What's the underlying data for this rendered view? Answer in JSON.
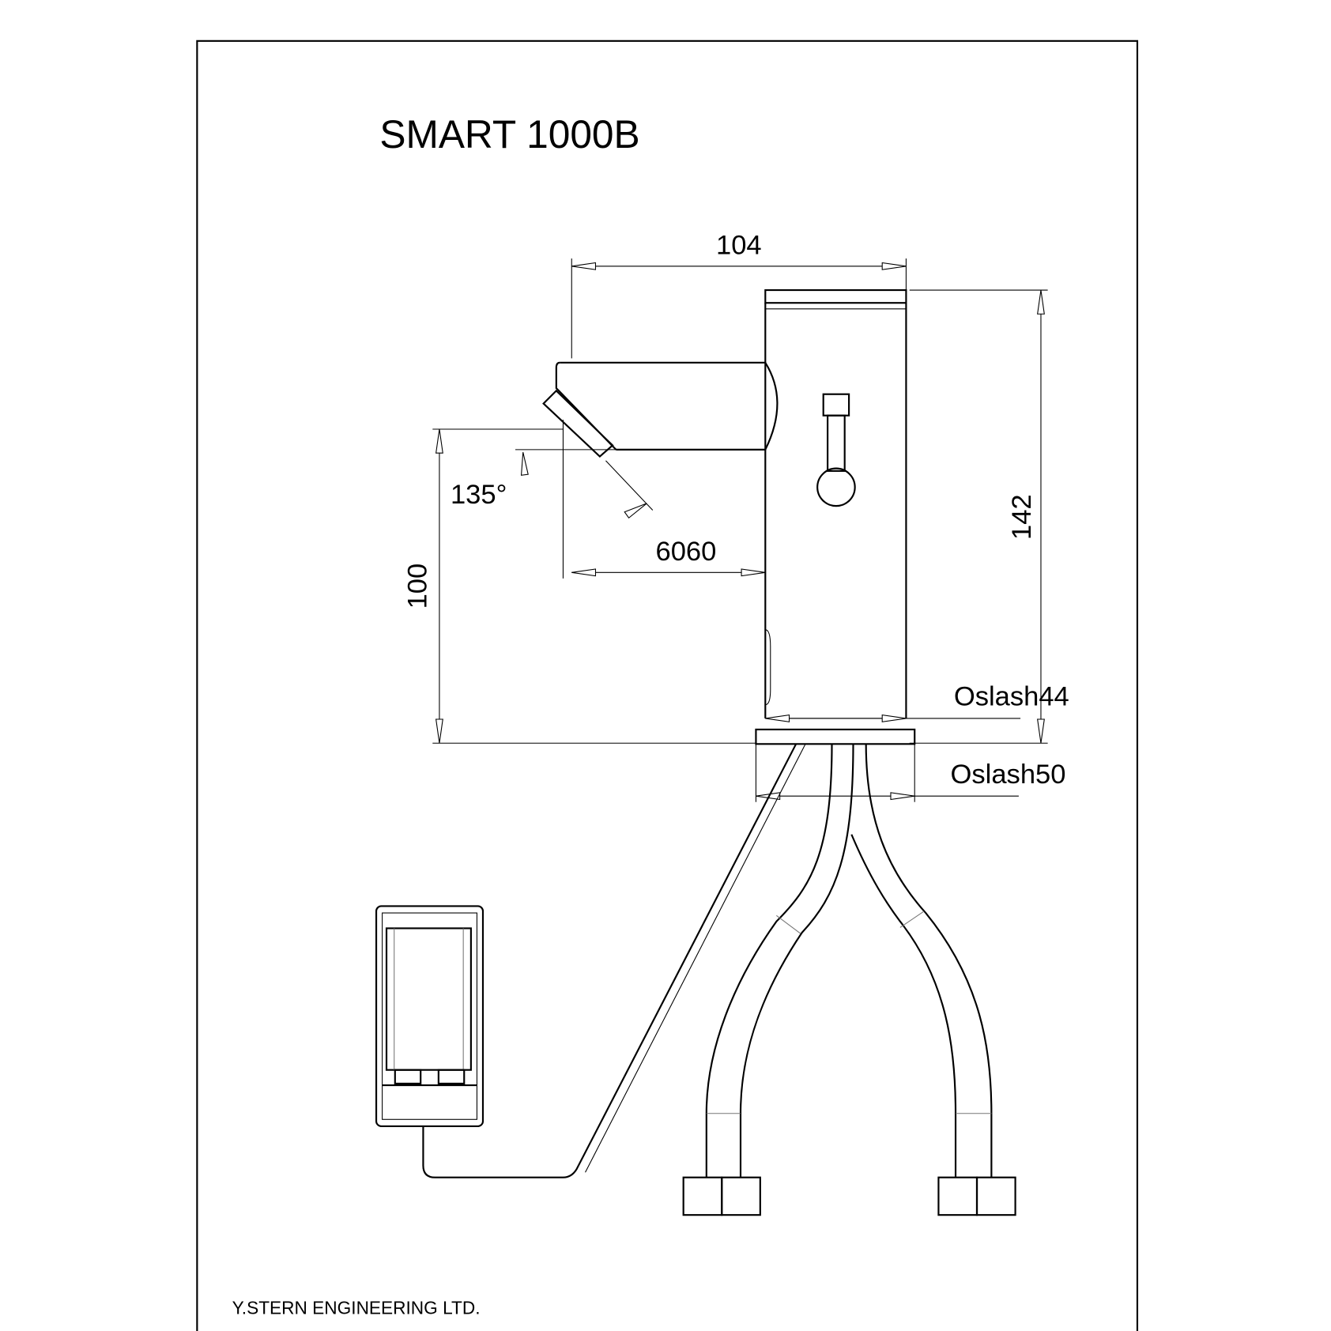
{
  "title": "SMART 1000B",
  "company": "Y.STERN ENGINEERING LTD.",
  "dimensions": {
    "width_top": "104",
    "height_total": "142",
    "spout_height": "100",
    "spout_reach": "6060",
    "angle": "135°",
    "body_diameter": "Oslash44",
    "base_diameter": "Oslash50"
  }
}
